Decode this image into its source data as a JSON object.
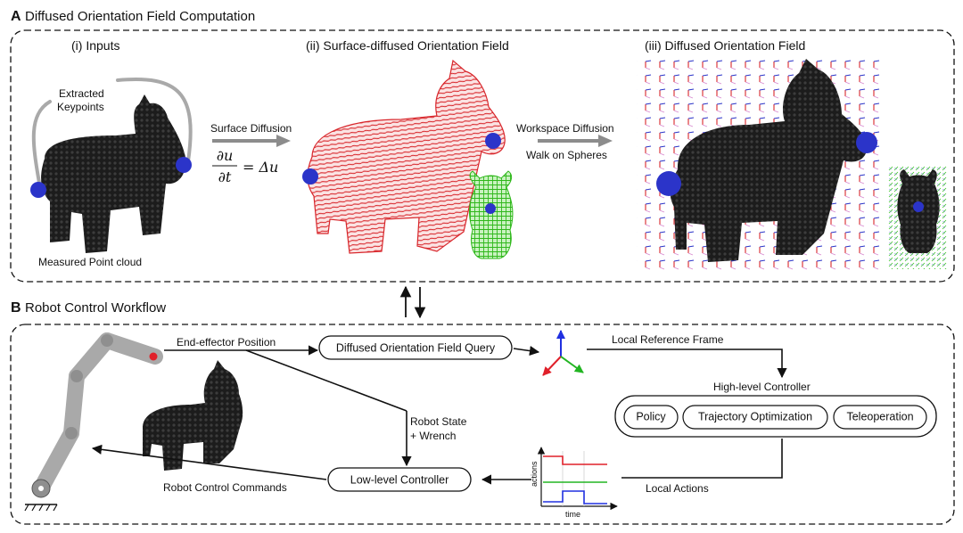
{
  "section_a": {
    "letter": "A",
    "title": "Diffused Orientation Field Computation",
    "panels": {
      "inputs": "(i) Inputs",
      "surface_field": "(ii) Surface-diffused Orientation Field",
      "diffused_field": "(iii) Diffused Orientation Field"
    },
    "labels": {
      "extracted_keypoints_line1": "Extracted",
      "extracted_keypoints_line2": "Keypoints",
      "measured_point_cloud": "Measured Point cloud",
      "surface_diffusion": "Surface Diffusion",
      "workspace_diffusion": "Workspace Diffusion",
      "walk_on_spheres": "Walk on Spheres"
    },
    "equation": {
      "num": "∂u",
      "den": "∂t",
      "rhs": "= Δu"
    }
  },
  "section_b": {
    "letter": "B",
    "title": "Robot Control Workflow",
    "labels": {
      "end_effector_position": "End-effector Position",
      "local_reference_frame": "Local Reference Frame",
      "high_level_controller": "High-level Controller",
      "robot_state_line1": "Robot State",
      "robot_state_line2": "+ Wrench",
      "local_actions": "Local Actions",
      "robot_control_commands": "Robot Control Commands"
    },
    "nodes": {
      "field_query": "Diffused Orientation Field Query",
      "policy": "Policy",
      "trajectory_optimization": "Trajectory Optimization",
      "teleoperation": "Teleoperation",
      "low_level_controller": "Low-level Controller"
    },
    "mini_chart": {
      "xlabel": "time",
      "ylabel": "actions"
    }
  },
  "colors": {
    "surface_field": "#d8262b",
    "object_green": "#35c41f",
    "keypoint_blue": "#2b34c9",
    "point_cloud": "#1e1e1e",
    "arrow_gray": "#8c8c8c",
    "robot_gray": "#a9a9a9",
    "frame_x": "#e0202a",
    "frame_y": "#22b522",
    "frame_z": "#2030e0"
  }
}
